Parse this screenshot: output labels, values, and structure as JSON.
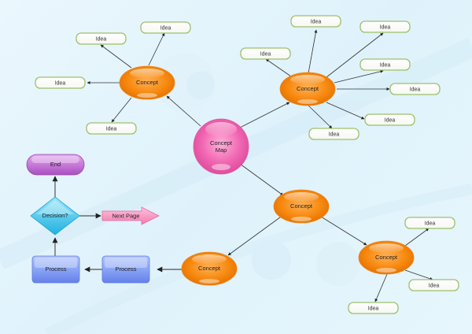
{
  "diagram": {
    "center": {
      "label_lines": [
        "Concept",
        "Map"
      ]
    },
    "concepts": [
      {
        "id": "c1",
        "label": "Concept"
      },
      {
        "id": "c2",
        "label": "Concept"
      },
      {
        "id": "c3",
        "label": "Concept"
      },
      {
        "id": "c4",
        "label": "Concept"
      },
      {
        "id": "c5",
        "label": "Concept"
      }
    ],
    "ideas": [
      {
        "parent": "c1",
        "label": "Idea"
      },
      {
        "parent": "c1",
        "label": "Idea"
      },
      {
        "parent": "c1",
        "label": "Idea"
      },
      {
        "parent": "c1",
        "label": "Idea"
      },
      {
        "parent": "c2",
        "label": "Idea"
      },
      {
        "parent": "c2",
        "label": "Idea"
      },
      {
        "parent": "c2",
        "label": "Idea"
      },
      {
        "parent": "c2",
        "label": "Idea"
      },
      {
        "parent": "c2",
        "label": "Idea"
      },
      {
        "parent": "c2",
        "label": "Idea"
      },
      {
        "parent": "c2",
        "label": "Idea"
      },
      {
        "parent": "c4",
        "label": "Idea"
      },
      {
        "parent": "c4",
        "label": "Idea"
      },
      {
        "parent": "c4",
        "label": "Idea"
      }
    ],
    "flowchart": {
      "end": "End",
      "decision": "Decision?",
      "next_page": "Next Page",
      "process_1": "Process",
      "process_2": "Process"
    },
    "colors": {
      "concept": "#f7890f",
      "center": "#f064b0",
      "idea_border": "#9cc06a",
      "end": "#b560c8",
      "decision": "#3ec3ea",
      "process": "#6f8ff0",
      "next_page": "#f57fb0"
    }
  }
}
